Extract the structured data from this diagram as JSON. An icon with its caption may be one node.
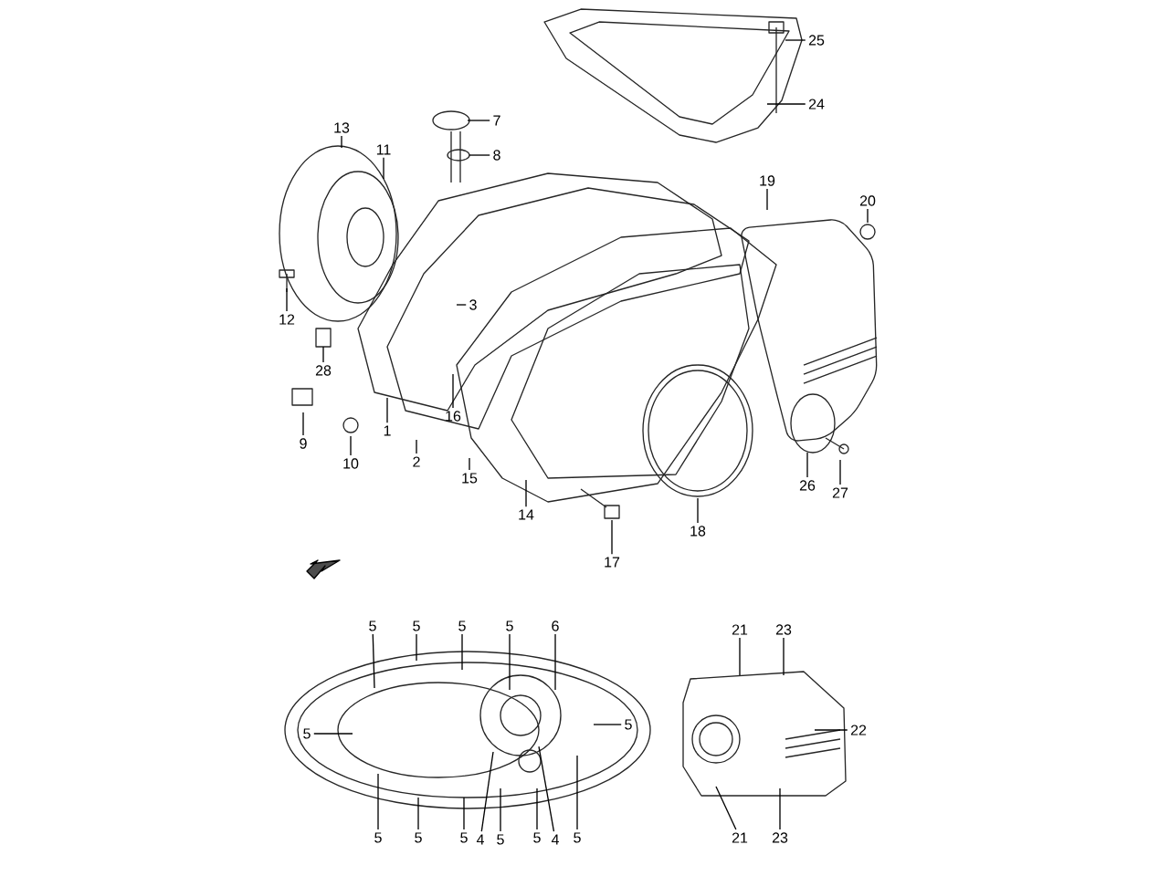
{
  "diagram": {
    "nodes": [
      {
        "text": [
          "25"
        ]
      },
      {
        "text": [
          "24"
        ]
      },
      {
        "text": [
          "7"
        ]
      },
      {
        "text": [
          "13"
        ]
      },
      {
        "text": [
          "11"
        ]
      },
      {
        "text": [
          "8"
        ]
      },
      {
        "text": [
          "19"
        ]
      },
      {
        "text": [
          "20"
        ]
      },
      {
        "text": [
          "3"
        ]
      },
      {
        "text": [
          "12"
        ]
      },
      {
        "text": [
          "28"
        ]
      },
      {
        "text": [
          "1"
        ]
      },
      {
        "text": [
          "9"
        ]
      },
      {
        "text": [
          "16"
        ]
      },
      {
        "text": [
          "2"
        ]
      },
      {
        "text": [
          "10"
        ]
      },
      {
        "text": [
          "15"
        ]
      },
      {
        "text": [
          "26"
        ]
      },
      {
        "text": [
          "27"
        ]
      },
      {
        "text": [
          "14"
        ]
      },
      {
        "text": [
          "18"
        ]
      },
      {
        "text": [
          "17"
        ]
      },
      {
        "text": [
          "5"
        ]
      },
      {
        "text": [
          "5"
        ]
      },
      {
        "text": [
          "5"
        ]
      },
      {
        "text": [
          "5"
        ]
      },
      {
        "text": [
          "6"
        ]
      },
      {
        "text": [
          "21"
        ]
      },
      {
        "text": [
          "23"
        ]
      },
      {
        "text": [
          "5"
        ]
      },
      {
        "text": [
          "5"
        ]
      },
      {
        "text": [
          "22"
        ]
      },
      {
        "text": [
          "5"
        ]
      },
      {
        "text": [
          "5"
        ]
      },
      {
        "text": [
          "5"
        ]
      },
      {
        "text": [
          "4"
        ]
      },
      {
        "text": [
          "5"
        ]
      },
      {
        "text": [
          "5"
        ]
      },
      {
        "text": [
          "4"
        ]
      },
      {
        "text": [
          "5"
        ]
      },
      {
        "text": [
          "21"
        ]
      },
      {
        "text": [
          "23"
        ]
      }
    ],
    "edges": [
      {
        "from": 0,
        "to": null,
        "arrow": "none"
      },
      {
        "from": 1,
        "to": null,
        "arrow": "none"
      },
      {
        "from": 2,
        "to": null,
        "arrow": "none"
      },
      {
        "from": 3,
        "to": null,
        "arrow": "none"
      },
      {
        "from": 4,
        "to": null,
        "arrow": "none"
      },
      {
        "from": 5,
        "to": null,
        "arrow": "none"
      },
      {
        "from": 6,
        "to": null,
        "arrow": "none"
      },
      {
        "from": 7,
        "to": null,
        "arrow": "none"
      },
      {
        "from": 8,
        "to": null,
        "arrow": "none"
      },
      {
        "from": 9,
        "to": null,
        "arrow": "none"
      },
      {
        "from": 10,
        "to": null,
        "arrow": "none"
      },
      {
        "from": 11,
        "to": null,
        "arrow": "none"
      },
      {
        "from": 12,
        "to": null,
        "arrow": "none"
      },
      {
        "from": 13,
        "to": null,
        "arrow": "none"
      },
      {
        "from": 14,
        "to": null,
        "arrow": "none"
      },
      {
        "from": 15,
        "to": null,
        "arrow": "none"
      },
      {
        "from": 16,
        "to": null,
        "arrow": "none"
      },
      {
        "from": 17,
        "to": null,
        "arrow": "none"
      },
      {
        "from": 18,
        "to": null,
        "arrow": "none"
      },
      {
        "from": 19,
        "to": null,
        "arrow": "none"
      },
      {
        "from": 20,
        "to": null,
        "arrow": "none"
      },
      {
        "from": 21,
        "to": null,
        "arrow": "none"
      },
      {
        "from": 22,
        "to": null,
        "arrow": "none"
      },
      {
        "from": 23,
        "to": null,
        "arrow": "none"
      },
      {
        "from": 24,
        "to": null,
        "arrow": "none"
      },
      {
        "from": 25,
        "to": null,
        "arrow": "none"
      },
      {
        "from": 26,
        "to": null,
        "arrow": "none"
      },
      {
        "from": 27,
        "to": null,
        "arrow": "none"
      },
      {
        "from": 28,
        "to": null,
        "arrow": "none"
      },
      {
        "from": 29,
        "to": null,
        "arrow": "none"
      },
      {
        "from": 30,
        "to": null,
        "arrow": "none"
      },
      {
        "from": 31,
        "to": null,
        "arrow": "none"
      },
      {
        "from": 32,
        "to": null,
        "arrow": "none"
      },
      {
        "from": 33,
        "to": null,
        "arrow": "none"
      },
      {
        "from": 34,
        "to": null,
        "arrow": "none"
      },
      {
        "from": 35,
        "to": null,
        "arrow": "none"
      },
      {
        "from": 36,
        "to": null,
        "arrow": "none"
      },
      {
        "from": 37,
        "to": null,
        "arrow": "none"
      },
      {
        "from": 38,
        "to": null,
        "arrow": "none"
      },
      {
        "from": 39,
        "to": null,
        "arrow": "none"
      },
      {
        "from": 40,
        "to": null,
        "arrow": "none"
      },
      {
        "from": 41,
        "to": null,
        "arrow": "none"
      }
    ]
  }
}
